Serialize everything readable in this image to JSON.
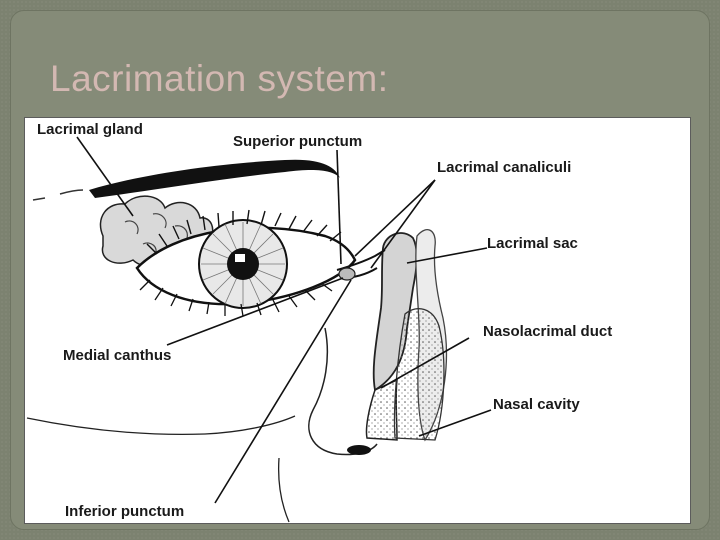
{
  "slide": {
    "title": "Lacrimation system:"
  },
  "diagram": {
    "labels": {
      "lacrimal_gland": "Lacrimal gland",
      "superior_punctum": "Superior punctum",
      "lacrimal_canaliculi": "Lacrimal canaliculi",
      "lacrimal_sac": "Lacrimal sac",
      "nasolacrimal_duct": "Nasolacrimal duct",
      "nasal_cavity": "Nasal cavity",
      "medial_canthus": "Medial canthus",
      "inferior_punctum": "Inferior punctum"
    }
  }
}
